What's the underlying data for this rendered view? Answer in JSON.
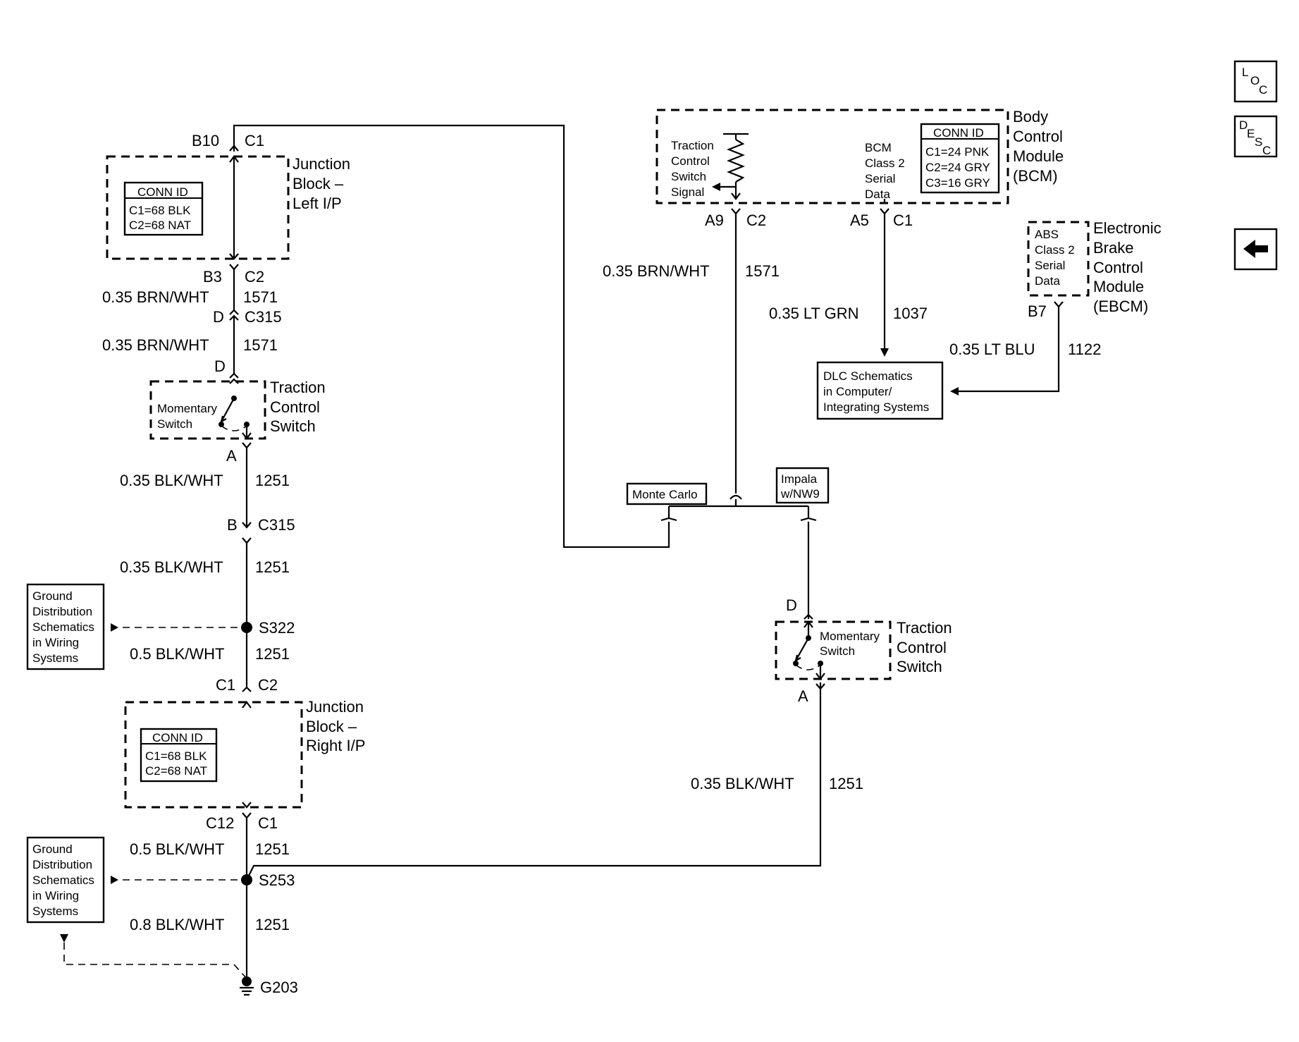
{
  "nav": {
    "loc": {
      "l1": "L",
      "l2": "O",
      "l3": "C"
    },
    "desc": {
      "l1": "D",
      "l2": "E",
      "l3": "S",
      "l4": "C"
    },
    "back_icon": "left-arrow-icon"
  },
  "jb_left": {
    "title1": "Junction",
    "title2": "Block –",
    "title3": "Left I/P",
    "conn_title": "CONN ID",
    "conn1": "C1=68 BLK",
    "conn2": "C2=68 NAT",
    "pin_top": "B10",
    "conn_top": "C1",
    "pin_bot": "B3",
    "conn_bot": "C2"
  },
  "wires_left": {
    "w1_gauge": "0.35 BRN/WHT",
    "w1_circuit": "1571",
    "c315_pin": "D",
    "c315_label": "C315",
    "w2_gauge": "0.35 BRN/WHT",
    "w2_circuit": "1571",
    "sw_top_pin": "D",
    "sw_bot_pin": "A",
    "w3_gauge": "0.35 BLK/WHT",
    "w3_circuit": "1251",
    "c315b_pin": "B",
    "c315b_label": "C315",
    "w4_gauge": "0.35 BLK/WHT",
    "w4_circuit": "1251",
    "s322": "S322",
    "w5_gauge": "0.5 BLK/WHT",
    "w5_circuit": "1251",
    "w6_gauge": "0.5 BLK/WHT",
    "w6_circuit": "1251",
    "s253": "S253",
    "w7_gauge": "0.8 BLK/WHT",
    "w7_circuit": "1251",
    "g203": "G203"
  },
  "switch_left": {
    "inner1": "Momentary",
    "inner2": "Switch",
    "title1": "Traction",
    "title2": "Control",
    "title3": "Switch"
  },
  "jb_right": {
    "title1": "Junction",
    "title2": "Block –",
    "title3": "Right I/P",
    "conn_title": "CONN ID",
    "conn1": "C1=68 BLK",
    "conn2": "C2=68 NAT",
    "pin_top": "C1",
    "conn_top": "C2",
    "pin_bot": "C12",
    "conn_bot": "C1"
  },
  "ground_ref_1": {
    "l1": "Ground",
    "l2": "Distribution",
    "l3": "Schematics",
    "l4": "in Wiring",
    "l5": "Systems"
  },
  "ground_ref_2": {
    "l1": "Ground",
    "l2": "Distribution",
    "l3": "Schematics",
    "l4": "in Wiring",
    "l5": "Systems"
  },
  "bcm": {
    "title1": "Body",
    "title2": "Control",
    "title3": "Module",
    "title4": "(BCM)",
    "sig1": "Traction",
    "sig2": "Control",
    "sig3": "Switch",
    "sig4": "Signal",
    "data1": "BCM",
    "data2": "Class 2",
    "data3": "Serial",
    "data4": "Data",
    "conn_title": "CONN ID",
    "conn1": "C1=24 PNK",
    "conn2": "C2=24 GRY",
    "conn3": "C3=16 GRY",
    "pin_a9": "A9",
    "conn_a9": "C2",
    "pin_a5": "A5",
    "conn_a5": "C1"
  },
  "ebcm": {
    "title1": "Electronic",
    "title2": "Brake",
    "title3": "Control",
    "title4": "Module",
    "title5": "(EBCM)",
    "inner1": "ABS",
    "inner2": "Class 2",
    "inner3": "Serial",
    "inner4": "Data",
    "pin": "B7"
  },
  "wires_right": {
    "bcm_gauge": "0.35 BRN/WHT",
    "bcm_circuit": "1571",
    "data_gauge": "0.35 LT GRN",
    "data_circuit": "1037",
    "abs_gauge": "0.35 LT BLU",
    "abs_circuit": "1122",
    "sw_gauge": "0.35 BLK/WHT",
    "sw_circuit": "1251"
  },
  "dlc": {
    "l1": "DLC Schematics",
    "l2": "in Computer/",
    "l3": "Integrating Systems"
  },
  "options": {
    "monte": "Monte Carlo",
    "impala1": "Impala",
    "impala2": "w/NW9"
  },
  "switch_right": {
    "inner1": "Momentary",
    "inner2": "Switch",
    "title1": "Traction",
    "title2": "Control",
    "title3": "Switch",
    "pin_top": "D",
    "pin_bot": "A"
  }
}
